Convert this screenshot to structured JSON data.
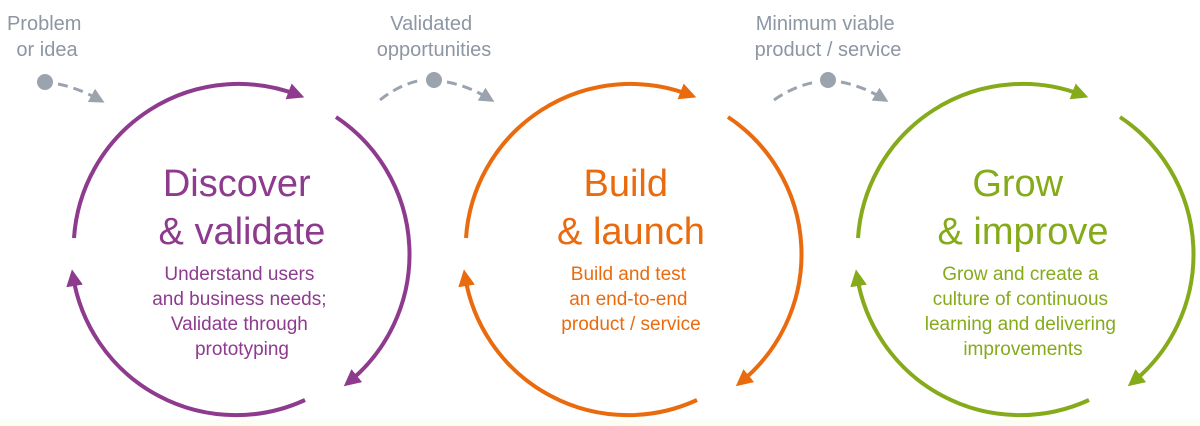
{
  "colors": {
    "discover": "#8e3a8f",
    "build": "#ea6b0e",
    "grow": "#85ab1a",
    "connector": "#9aa3ae"
  },
  "inputs": [
    {
      "lines": [
        "Problem",
        "or idea"
      ]
    },
    {
      "lines": [
        "Validated",
        "opportunities"
      ]
    },
    {
      "lines": [
        "Minimum viable",
        "product / service"
      ]
    }
  ],
  "phases": [
    {
      "title": [
        "Discover",
        "& validate"
      ],
      "description": [
        "Understand users",
        "and business needs;",
        "Validate through",
        "prototyping"
      ]
    },
    {
      "title": [
        "Build",
        "& launch"
      ],
      "description": [
        "Build and test",
        "an end-to-end",
        "product / service"
      ]
    },
    {
      "title": [
        "Grow",
        "& improve"
      ],
      "description": [
        "Grow and create a",
        "culture of continuous",
        "learning and delivering",
        "improvements"
      ]
    }
  ]
}
